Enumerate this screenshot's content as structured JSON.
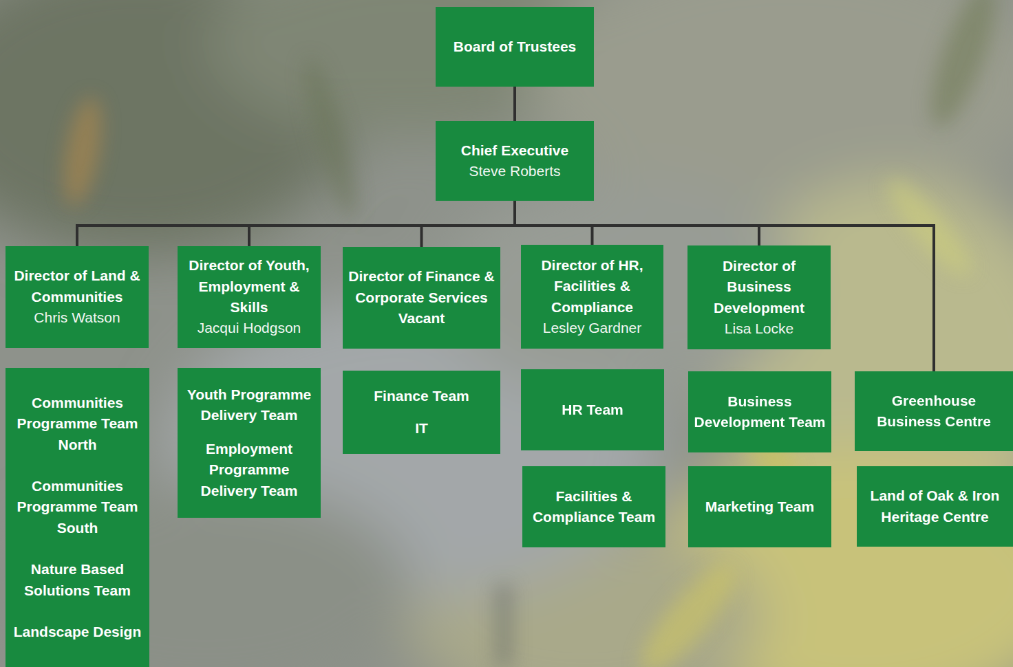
{
  "diagram": {
    "nodes": [
      {
        "text": [
          "Board of Trustees"
        ]
      },
      {
        "text": [
          "Chief Executive",
          "Steve Roberts"
        ]
      },
      {
        "text": [
          "Director of Land & Communities",
          "Chris Watson"
        ]
      },
      {
        "text": [
          "Director of Youth, Employment & Skills",
          "Jacqui Hodgson"
        ]
      },
      {
        "text": [
          "Director of Finance & Corporate Services",
          "Vacant"
        ]
      },
      {
        "text": [
          "Director of HR, Facilities & Compliance",
          "Lesley Gardner"
        ]
      },
      {
        "text": [
          "Director of Business Development",
          "Lisa Locke"
        ]
      },
      {
        "text": [
          "Communities Programme Team North",
          "Communities Programme Team South",
          "Nature Based Solutions Team",
          "Landscape Design"
        ]
      },
      {
        "text": [
          "Youth Programme Delivery Team",
          "Employment Programme Delivery Team"
        ]
      },
      {
        "text": [
          "Finance Team",
          "IT"
        ]
      },
      {
        "text": [
          "HR Team"
        ]
      },
      {
        "text": [
          "Business Development Team"
        ]
      },
      {
        "text": [
          "Greenhouse Business Centre"
        ]
      },
      {
        "text": [
          "Facilities & Compliance Team"
        ]
      },
      {
        "text": [
          "Marketing Team"
        ]
      },
      {
        "text": [
          "Land of Oak & Iron Heritage Centre"
        ]
      }
    ],
    "edges": [
      {
        "from": 0,
        "to": 1,
        "arrow": "none"
      },
      {
        "from": 1,
        "to": 2,
        "arrow": "none"
      },
      {
        "from": 1,
        "to": 3,
        "arrow": "none"
      },
      {
        "from": 1,
        "to": 4,
        "arrow": "none"
      },
      {
        "from": 1,
        "to": 5,
        "arrow": "none"
      },
      {
        "from": 1,
        "to": 6,
        "arrow": "none"
      },
      {
        "from": 1,
        "to": 12,
        "arrow": "none"
      }
    ]
  }
}
